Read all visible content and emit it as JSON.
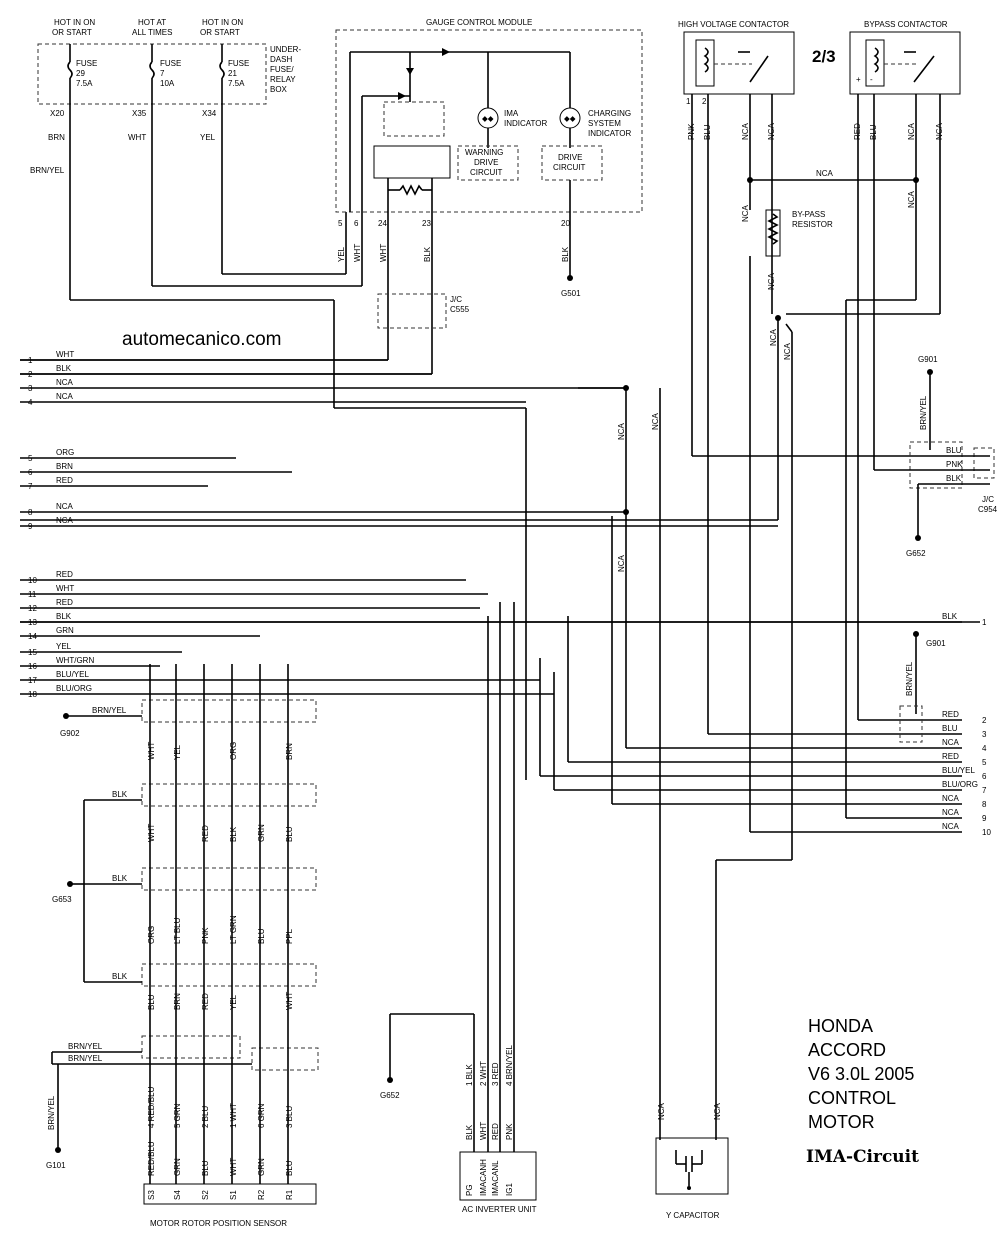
{
  "watermark": "automecanico.com",
  "page_number": "2/3",
  "title_lines": [
    "HONDA",
    "ACCORD",
    "V6 3.0L 2005",
    "CONTROL",
    "MOTOR"
  ],
  "subtitle": "IMA-Circuit",
  "fuse_box": {
    "power_labels": [
      [
        "HOT IN ON",
        "OR START"
      ],
      [
        "HOT AT",
        "ALL TIMES"
      ],
      [
        "HOT IN ON",
        "OR START"
      ]
    ],
    "fuses": [
      {
        "name": "FUSE",
        "number": "29",
        "rating": "7.5A",
        "terminal": "X20",
        "wire": "BRN"
      },
      {
        "name": "FUSE",
        "number": "7",
        "rating": "10A",
        "terminal": "X35",
        "wire": "WHT"
      },
      {
        "name": "FUSE",
        "number": "21",
        "rating": "7.5A",
        "terminal": "X34",
        "wire": "YEL"
      }
    ],
    "box_label": [
      "UNDER-",
      "DASH",
      "FUSE/",
      "RELAY",
      "BOX"
    ],
    "brn_yel_label": "BRN/YEL"
  },
  "gauge_module": {
    "title": "GAUGE CONTROL MODULE",
    "ima_indicator": [
      "IMA",
      "INDICATOR"
    ],
    "charging_indicator": [
      "CHARGING",
      "SYSTEM",
      "INDICATOR"
    ],
    "warning_drive": [
      "WARNING",
      "DRIVE",
      "CIRCUIT"
    ],
    "drive_circuit": [
      "DRIVE",
      "CIRCUIT"
    ],
    "pins": [
      "5",
      "6",
      "24",
      "23",
      "20"
    ],
    "pin_wires": [
      "YEL",
      "WHT",
      "WHT",
      "BLK",
      "BLK"
    ],
    "ground": "G501"
  },
  "junction_c555": [
    "J/C",
    "C555"
  ],
  "left_wires": [
    {
      "n": "1",
      "c": "WHT"
    },
    {
      "n": "2",
      "c": "BLK"
    },
    {
      "n": "3",
      "c": "NCA"
    },
    {
      "n": "4",
      "c": "NCA"
    },
    {
      "n": "5",
      "c": "ORG"
    },
    {
      "n": "6",
      "c": "BRN"
    },
    {
      "n": "7",
      "c": "RED"
    },
    {
      "n": "8",
      "c": "NCA"
    },
    {
      "n": "9",
      "c": "NCA"
    },
    {
      "n": "10",
      "c": "RED"
    },
    {
      "n": "11",
      "c": "WHT"
    },
    {
      "n": "12",
      "c": "RED"
    },
    {
      "n": "13",
      "c": "BLK"
    },
    {
      "n": "14",
      "c": "GRN"
    },
    {
      "n": "15",
      "c": "YEL"
    },
    {
      "n": "16",
      "c": "WHT/GRN"
    },
    {
      "n": "17",
      "c": "BLU/YEL"
    },
    {
      "n": "18",
      "c": "BLU/ORG"
    }
  ],
  "right_wires": [
    {
      "n": "1",
      "c": "BLK"
    },
    {
      "n": "2",
      "c": "RED"
    },
    {
      "n": "3",
      "c": "BLU"
    },
    {
      "n": "4",
      "c": "NCA"
    },
    {
      "n": "5",
      "c": "RED"
    },
    {
      "n": "6",
      "c": "BLU/YEL"
    },
    {
      "n": "7",
      "c": "BLU/ORG"
    },
    {
      "n": "8",
      "c": "NCA"
    },
    {
      "n": "9",
      "c": "NCA"
    },
    {
      "n": "10",
      "c": "NCA"
    }
  ],
  "contactors": {
    "high_voltage": "HIGH VOLTAGE CONTACTOR",
    "hv_pins": [
      "1",
      "2"
    ],
    "hv_wires": [
      "PNK",
      "BLU",
      "NCA",
      "NCA"
    ],
    "bypass": "BYPASS CONTACTOR",
    "bp_wires": [
      "RED",
      "BLU",
      "NCA",
      "NCA"
    ],
    "plus": "+",
    "minus": "-",
    "bypass_resistor": [
      "BY-PASS",
      "RESISTOR"
    ],
    "nca": "NCA"
  },
  "junction_c954": {
    "label": [
      "J/C",
      "C954"
    ],
    "wires": [
      "BLU",
      "PNK",
      "BLK"
    ],
    "ground_top": "G901",
    "ground_bottom": "G652",
    "brn_yel": "BRN/YEL"
  },
  "g901_lower": {
    "ground": "G901",
    "brn_yel": "BRN/YEL"
  },
  "grounds": {
    "g902": "G902",
    "g653": "G653",
    "g101": "G101",
    "g652": "G652"
  },
  "shield_labels": {
    "brn_yel": "BRN/YEL",
    "blk": "BLK"
  },
  "sensor_wire_rows": [
    [
      "WHT",
      "YEL",
      "ORG",
      "BRN"
    ],
    [
      "WHT",
      "RED",
      "BLK",
      "GRN",
      "BLU"
    ],
    [
      "ORG",
      "LT BLU",
      "PNK",
      "LT GRN",
      "BLU",
      "PPL"
    ],
    [
      "BLU",
      "BRN",
      "RED",
      "YEL",
      "WHT"
    ]
  ],
  "sensor": {
    "name": "MOTOR ROTOR POSITION SENSOR",
    "wire_labels": [
      "4 RED/BLU",
      "5 GRN",
      "2 BLU",
      "1 WHT",
      "6 GRN",
      "3 BLU"
    ],
    "lead_colors": [
      "RED/BLU",
      "GRN",
      "BLU",
      "WHT",
      "GRN",
      "BLU"
    ],
    "pins": [
      "S3",
      "S4",
      "S2",
      "S1",
      "R2",
      "R1"
    ]
  },
  "inverter": {
    "name": "AC INVERTER UNIT",
    "wire_labels": [
      "1 BLK",
      "2 WHT",
      "3 RED",
      "4 BRN/YEL"
    ],
    "lead_colors": [
      "BLK",
      "WHT",
      "RED",
      "PNK"
    ],
    "pins": [
      "PG",
      "IMACANH",
      "IMACANL",
      "IG1"
    ]
  },
  "y_capacitor": {
    "name": "Y CAPACITOR",
    "wires": [
      "NCA",
      "NCA"
    ]
  },
  "vertical_nca": "NCA"
}
